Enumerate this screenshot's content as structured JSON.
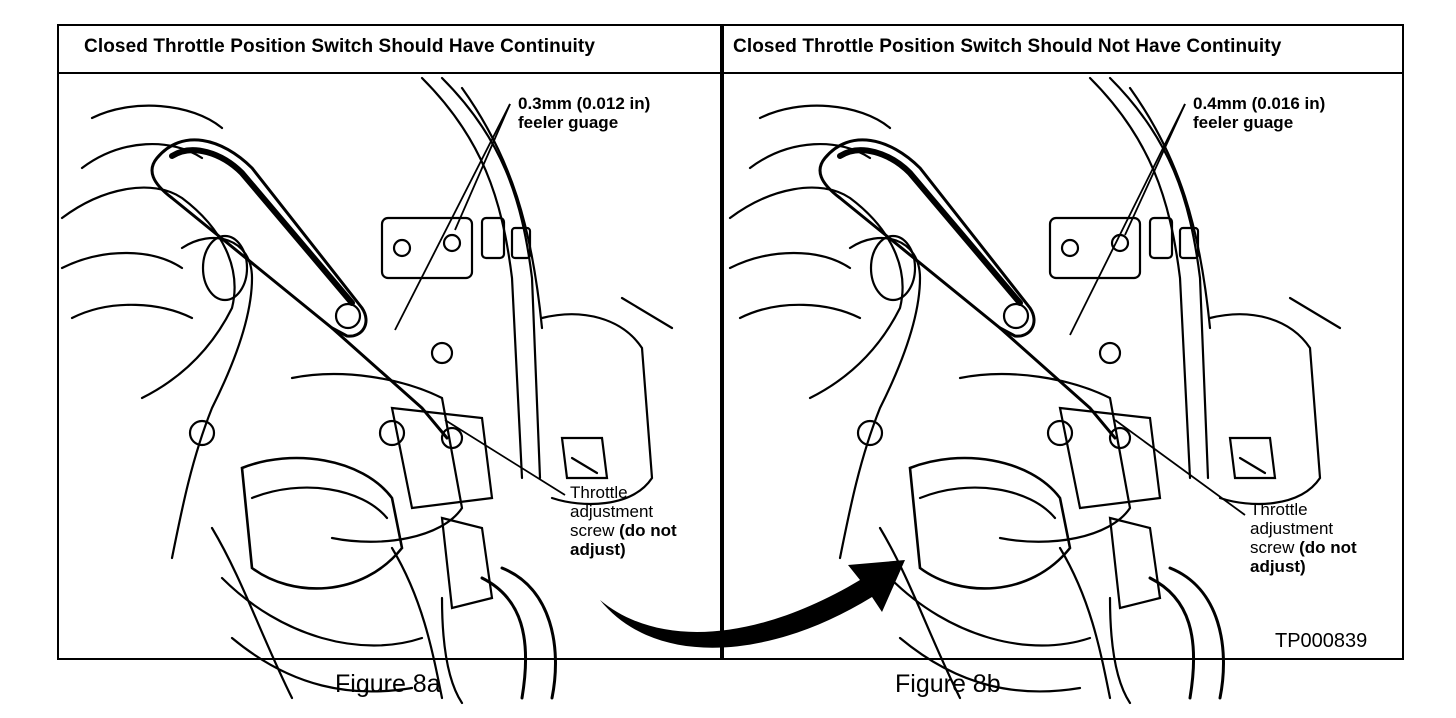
{
  "panels": [
    {
      "title": "Closed Throttle Position Switch Should Have Continuity",
      "gauge_size": "0.3mm (0.012 in)",
      "gauge_label": "feeler guage",
      "screw_line1": "Throttle",
      "screw_line2": "adjustment",
      "screw_line3_prefix": "screw ",
      "screw_line3_bold": "(do not",
      "screw_line4": "adjust)",
      "caption": "Figure 8a"
    },
    {
      "title": "Closed Throttle Position Switch Should Not Have Continuity",
      "gauge_size": "0.4mm (0.016 in)",
      "gauge_label": "feeler guage",
      "screw_line1": "Throttle",
      "screw_line2": "adjustment",
      "screw_line3_prefix": "screw ",
      "screw_line3_bold": "(do not",
      "screw_line4": "adjust)",
      "caption": "Figure 8b"
    }
  ],
  "figure_code": "TP000839"
}
